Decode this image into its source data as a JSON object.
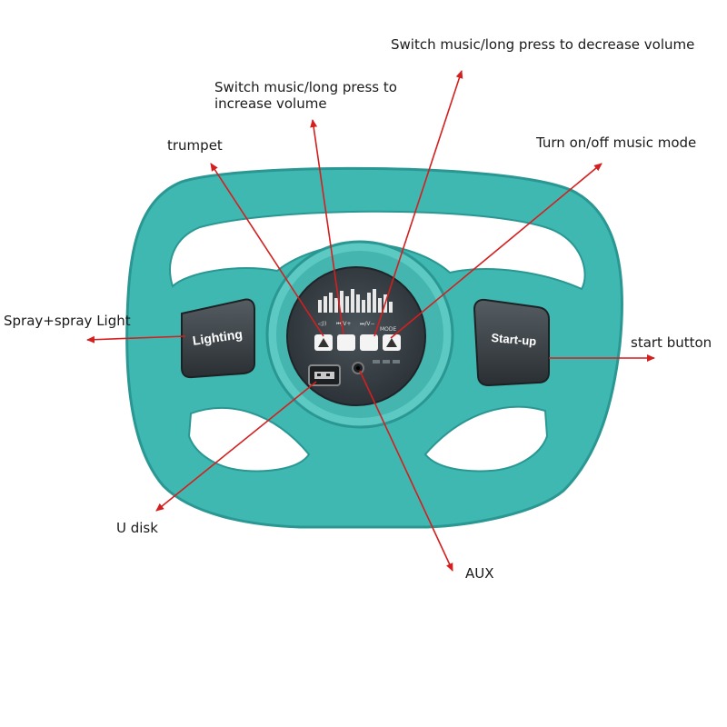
{
  "callouts": {
    "decrease_volume": "Switch music/long press to decrease volume",
    "increase_volume_l1": "Switch music/long press to",
    "increase_volume_l2": "increase volume",
    "trumpet": "trumpet",
    "music_mode": "Turn on/off music mode",
    "spray": "Spray+spray Light",
    "start": "start button",
    "u_disk": "U disk",
    "aux": "AUX"
  },
  "buttons": {
    "lighting": "Lighting",
    "start_up": "Start-up"
  },
  "panel_icons": {
    "horn_marker": "◁))",
    "vol_up_marker": "⏮/V+",
    "vol_down_marker": "⏭/V−",
    "mode_marker": "MODE"
  },
  "colors": {
    "wheel": "#3fb8b2",
    "wheel_dark": "#2a9793",
    "panel": "#3a4248",
    "arrow": "#d41f1f"
  },
  "icons": {
    "usb": "usb-port-icon",
    "aux": "aux-jack-icon",
    "equalizer": "equalizer-icon"
  }
}
